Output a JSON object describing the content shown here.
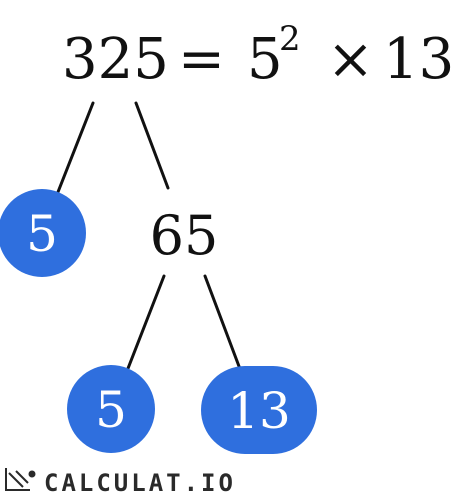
{
  "equation": {
    "number": "325",
    "equals": "=",
    "base": "5",
    "exponent": "2",
    "times": "×",
    "factor": "13"
  },
  "tree": {
    "root": "325",
    "left_leaf": "5",
    "middle": "65",
    "bottom_left_leaf": "5",
    "bottom_right_leaf": "13"
  },
  "brand": {
    "name": "CALCULAT.IO"
  },
  "colors": {
    "leaf_fill": "#2f6fde",
    "text": "#111111",
    "lines": "#111111"
  }
}
